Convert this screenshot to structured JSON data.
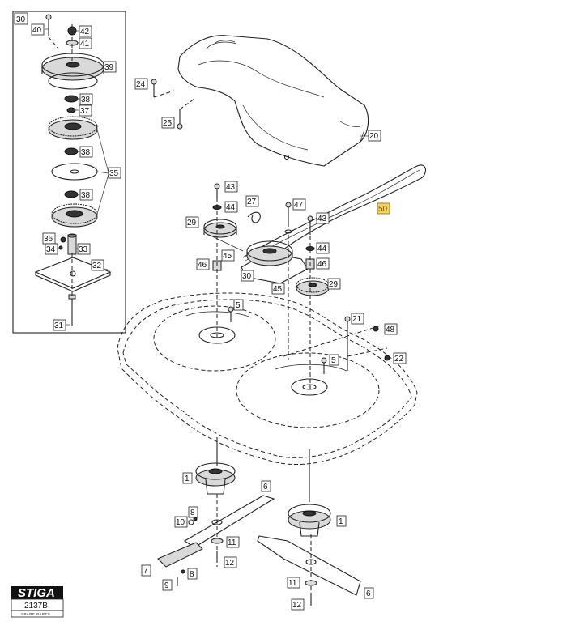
{
  "diagram": {
    "inset_label": "30",
    "callouts": [
      {
        "id": "c40",
        "text": "40"
      },
      {
        "id": "c42",
        "text": "42"
      },
      {
        "id": "c41",
        "text": "41"
      },
      {
        "id": "c39",
        "text": "39"
      },
      {
        "id": "c38a",
        "text": "38"
      },
      {
        "id": "c37",
        "text": "37"
      },
      {
        "id": "c38b",
        "text": "38"
      },
      {
        "id": "c35",
        "text": "35"
      },
      {
        "id": "c38c",
        "text": "38"
      },
      {
        "id": "c36",
        "text": "36"
      },
      {
        "id": "c34",
        "text": "34"
      },
      {
        "id": "c33",
        "text": "33"
      },
      {
        "id": "c32",
        "text": "32"
      },
      {
        "id": "c31",
        "text": "31"
      },
      {
        "id": "c24",
        "text": "24"
      },
      {
        "id": "c25",
        "text": "25"
      },
      {
        "id": "c20",
        "text": "20"
      },
      {
        "id": "c50",
        "text": "50"
      },
      {
        "id": "c43a",
        "text": "43"
      },
      {
        "id": "c44a",
        "text": "44"
      },
      {
        "id": "c27",
        "text": "27"
      },
      {
        "id": "c47",
        "text": "47"
      },
      {
        "id": "c29a",
        "text": "29"
      },
      {
        "id": "c43b",
        "text": "43"
      },
      {
        "id": "c44b",
        "text": "44"
      },
      {
        "id": "c46a",
        "text": "46"
      },
      {
        "id": "c45a",
        "text": "45"
      },
      {
        "id": "c46b",
        "text": "46"
      },
      {
        "id": "c30",
        "text": "30"
      },
      {
        "id": "c45b",
        "text": "45"
      },
      {
        "id": "c29b",
        "text": "29"
      },
      {
        "id": "c5a",
        "text": "5"
      },
      {
        "id": "c21",
        "text": "21"
      },
      {
        "id": "c48",
        "text": "48"
      },
      {
        "id": "c5b",
        "text": "5"
      },
      {
        "id": "c22",
        "text": "22"
      },
      {
        "id": "c1a",
        "text": "1"
      },
      {
        "id": "c6a",
        "text": "6"
      },
      {
        "id": "c8a",
        "text": "8"
      },
      {
        "id": "c10",
        "text": "10"
      },
      {
        "id": "c11a",
        "text": "11"
      },
      {
        "id": "c1b",
        "text": "1"
      },
      {
        "id": "c12a",
        "text": "12"
      },
      {
        "id": "c7",
        "text": "7"
      },
      {
        "id": "c8b",
        "text": "8"
      },
      {
        "id": "c9",
        "text": "9"
      },
      {
        "id": "c11b",
        "text": "11"
      },
      {
        "id": "c6b",
        "text": "6"
      },
      {
        "id": "c12b",
        "text": "12"
      }
    ]
  },
  "brand": {
    "logo": "STIGA",
    "code": "2137B",
    "tagline": "SPARE PARTS"
  }
}
